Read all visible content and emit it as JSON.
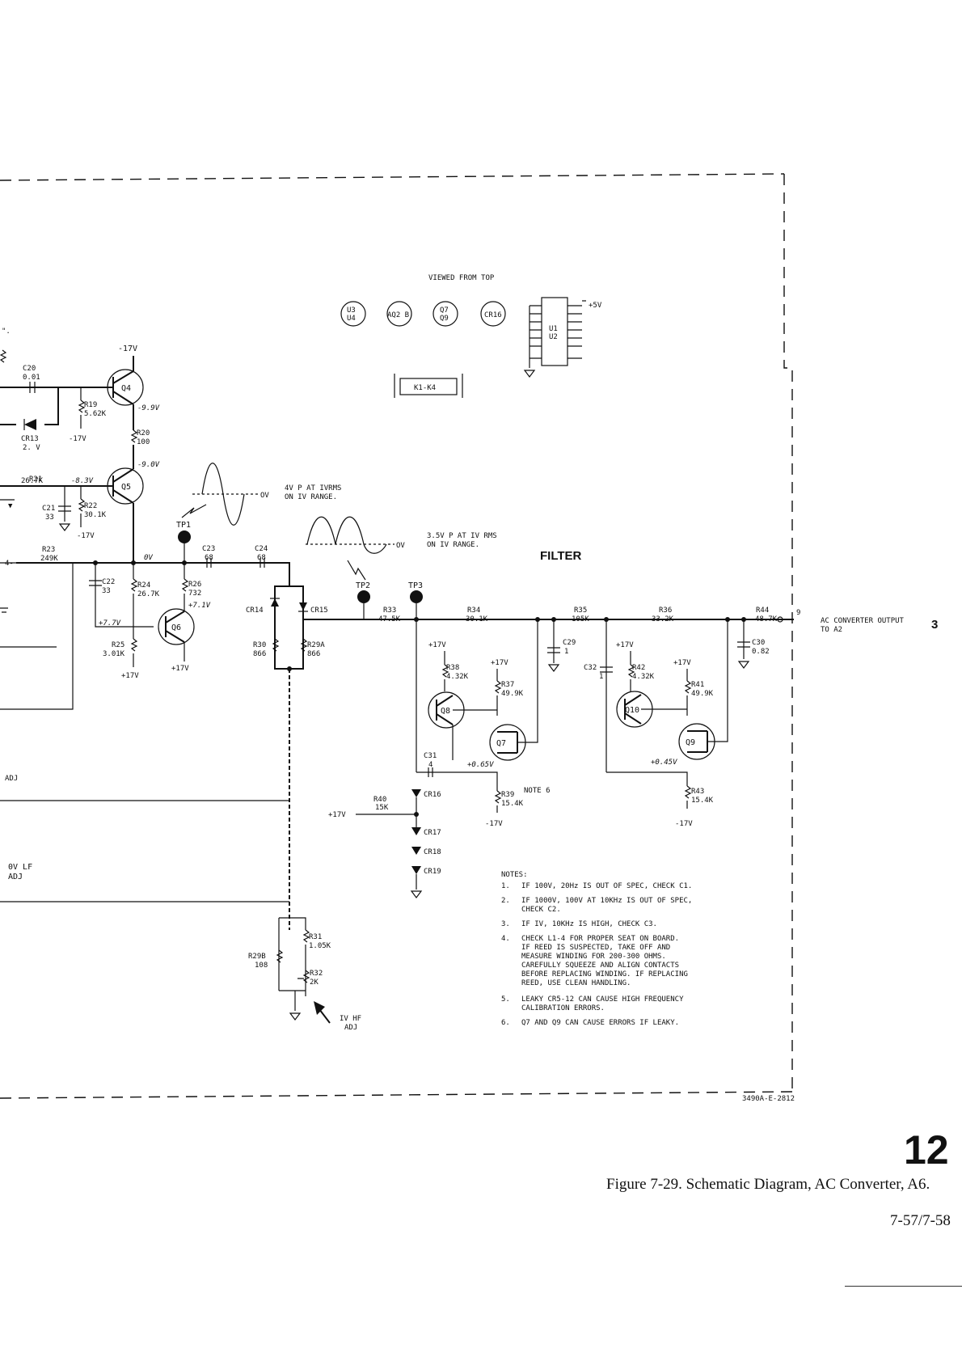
{
  "diagram": {
    "drawing_number": "3490A-E-2812",
    "viewed_from_top": "VIEWED FROM TOP",
    "filter_label": "FILTER",
    "note6": "NOTE 6",
    "output_label_line1": "AC CONVERTER OUTPUT",
    "output_label_line2": "TO A2",
    "output_sheet": "3",
    "output_pin": "9",
    "wave1_line1": "4V P  AT IVRMS",
    "wave1_line2": "ON IV RANGE.",
    "wave2_line1": "3.5V P  AT IV RMS",
    "wave2_line2": "ON IV RANGE.",
    "ov_label": "OV",
    "hf_adj_line1": "IV HF",
    "hf_adj_line2": "ADJ",
    "lf_adj_line1": "0V LF",
    "lf_adj_line2": "ADJ"
  },
  "voltages": {
    "neg17": "-17V",
    "pos17": "+17V",
    "pos5": "+5V",
    "q4_e": "-9.9V",
    "q5_c": "-9.0V",
    "r21_node": "-8.3V",
    "zero": "0V",
    "q6_e": "+7.1V",
    "q6_b": "+7.7V",
    "q7_s": "+0.65V",
    "q9_s": "+0.45V"
  },
  "components": {
    "c20": [
      "C20",
      "0.01"
    ],
    "cr13": [
      "CR13",
      "2. V"
    ],
    "r19": [
      "R19",
      "5.62K"
    ],
    "r20": [
      "R20",
      "100"
    ],
    "r21": [
      "R21",
      "26.7K"
    ],
    "c21": [
      "C21",
      "33"
    ],
    "r22": [
      "R22",
      "30.1K"
    ],
    "r23": [
      "R23",
      "249K"
    ],
    "c22": [
      "C22",
      "33"
    ],
    "r24": [
      "R24",
      "26.7K"
    ],
    "r26": [
      "R26",
      "732"
    ],
    "r25": [
      "R25",
      "3.01K"
    ],
    "c23": [
      "C23",
      "68"
    ],
    "c24": [
      "C24",
      "68"
    ],
    "cr14": "CR14",
    "cr15": "CR15",
    "r30": [
      "R30",
      "866"
    ],
    "r29a": [
      "R29A",
      "866"
    ],
    "r33": [
      "R33",
      "47.5K"
    ],
    "r34": [
      "R34",
      "30.1K"
    ],
    "r35": [
      "R35",
      "105K"
    ],
    "r36": [
      "R36",
      "33.2K"
    ],
    "r44": [
      "R44",
      "48.7K"
    ],
    "c29": [
      "C29",
      "1"
    ],
    "c30": [
      "C30",
      "0.82"
    ],
    "c31": [
      "C31",
      "4"
    ],
    "c32": [
      "C32",
      "1"
    ],
    "r38": [
      "R38",
      "4.32K"
    ],
    "r37": [
      "R37",
      "49.9K"
    ],
    "r42": [
      "R42",
      "4.32K"
    ],
    "r41": [
      "R41",
      "49.9K"
    ],
    "r39": [
      "R39",
      "15.4K"
    ],
    "r43": [
      "R43",
      "15.4K"
    ],
    "r40": [
      "R40",
      "15K"
    ],
    "cr16": "CR16",
    "cr17": "CR17",
    "cr18": "CR18",
    "cr19": "CR19",
    "r31": [
      "R31",
      "1.05K"
    ],
    "r29b": [
      "R29B",
      "108"
    ],
    "r32": [
      "R32",
      "2K"
    ],
    "q4": "Q4",
    "q5": "Q5",
    "q6": "Q6",
    "q7": "Q7",
    "q8": "Q8",
    "q9": "Q9",
    "q10": "Q10",
    "tp1": "TP1",
    "tp2": "TP2",
    "tp3": "TP3",
    "k1k4": "K1-K4",
    "u1u2": [
      "U1",
      "U2"
    ],
    "u3u4": [
      "U3",
      "U4"
    ],
    "aq2b": "AQ2 B",
    "q7q9": [
      "Q7",
      "Q9"
    ],
    "cr16_pkg": "CR16"
  },
  "notes": {
    "heading": "NOTES:",
    "items": [
      {
        "num": "1.",
        "lines": [
          "IF 100V, 20Hz IS OUT OF SPEC, CHECK C1."
        ]
      },
      {
        "num": "2.",
        "lines": [
          "IF 1000V, 100V AT 10KHz IS OUT OF SPEC,",
          "CHECK C2."
        ]
      },
      {
        "num": "3.",
        "lines": [
          "IF IV, 10KHz IS HIGH, CHECK C3."
        ]
      },
      {
        "num": "4.",
        "lines": [
          "CHECK L1-4 FOR PROPER SEAT ON BOARD.",
          "IF REED IS SUSPECTED, TAKE OFF AND",
          "MEASURE WINDING FOR 200-300 OHMS.",
          "CAREFULLY SQUEEZE AND ALIGN CONTACTS",
          "BEFORE REPLACING WINDING. IF REPLACING",
          "REED, USE CLEAN HANDLING."
        ]
      },
      {
        "num": "5.",
        "lines": [
          "LEAKY CR5-12 CAN CAUSE HIGH FREQUENCY",
          "CALIBRATION ERRORS."
        ]
      },
      {
        "num": "6.",
        "lines": [
          "Q7 AND Q9 CAN CAUSE ERRORS IF LEAKY."
        ]
      }
    ]
  },
  "page": {
    "section_number": "12",
    "caption": "Figure 7-29.  Schematic Diagram, AC Converter, A6.",
    "page_ref": "7-57/7-58"
  }
}
